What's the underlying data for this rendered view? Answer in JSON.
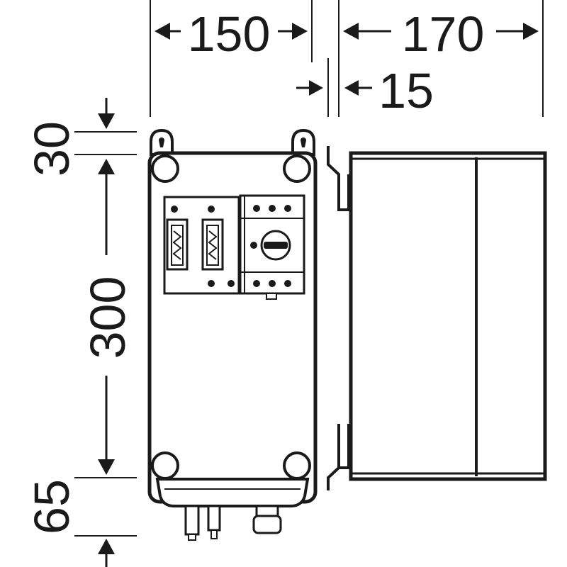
{
  "dimensions": {
    "width_front": "150",
    "depth_side": "170",
    "hinge_gap": "15",
    "top_margin": "30",
    "body_height": "300",
    "bottom_margin": "65"
  },
  "colors": {
    "line": "#1a1a1a",
    "background": "#ffffff"
  }
}
